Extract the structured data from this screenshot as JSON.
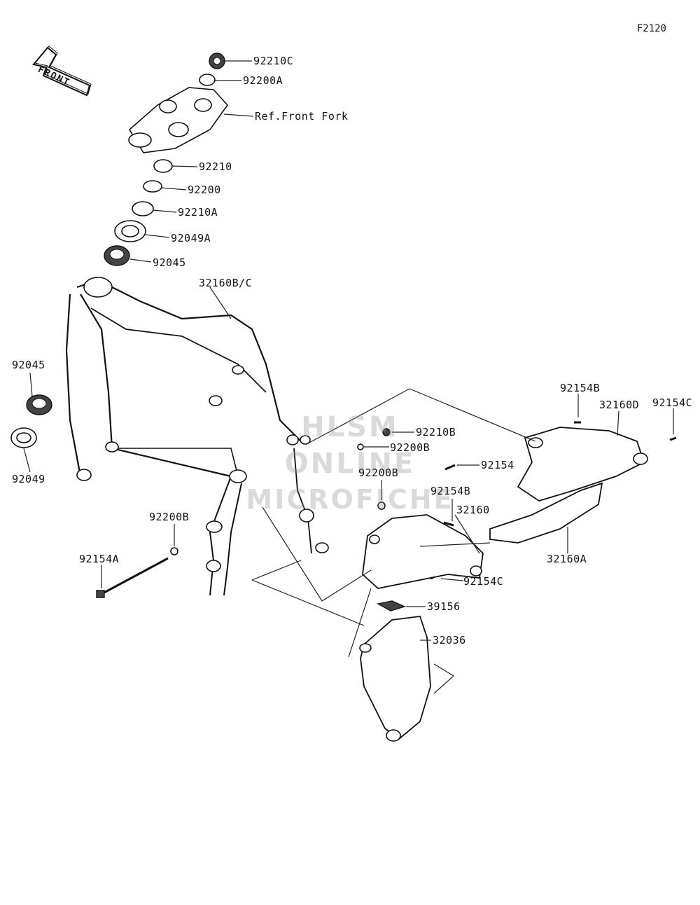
{
  "diagram_code": "F2120",
  "front_arrow_label": "FRONT",
  "watermark": [
    "HLSM",
    "ONLINE",
    "MICROFICHE"
  ],
  "callouts": [
    {
      "id": "92210C",
      "text": "92210C"
    },
    {
      "id": "92200A",
      "text": "92200A"
    },
    {
      "id": "ref-front-fork",
      "text": "Ref.Front Fork"
    },
    {
      "id": "92210",
      "text": "92210"
    },
    {
      "id": "92200",
      "text": "92200"
    },
    {
      "id": "92210A",
      "text": "92210A"
    },
    {
      "id": "92049A",
      "text": "92049A"
    },
    {
      "id": "92045-top",
      "text": "92045"
    },
    {
      "id": "32160BC",
      "text": "32160B/C"
    },
    {
      "id": "92045-left",
      "text": "92045"
    },
    {
      "id": "92049",
      "text": "92049"
    },
    {
      "id": "92154B-top",
      "text": "92154B"
    },
    {
      "id": "32160D",
      "text": "32160D"
    },
    {
      "id": "92154C-top",
      "text": "92154C"
    },
    {
      "id": "92210B",
      "text": "92210B"
    },
    {
      "id": "92200B-mid",
      "text": "92200B"
    },
    {
      "id": "92200B-mid2",
      "text": "92200B"
    },
    {
      "id": "92154",
      "text": "92154"
    },
    {
      "id": "92154B-mid",
      "text": "92154B"
    },
    {
      "id": "32160",
      "text": "32160"
    },
    {
      "id": "92200B-left",
      "text": "92200B"
    },
    {
      "id": "32160A",
      "text": "32160A"
    },
    {
      "id": "92154A",
      "text": "92154A"
    },
    {
      "id": "92154C-bottom",
      "text": "92154C"
    },
    {
      "id": "39156",
      "text": "39156"
    },
    {
      "id": "32036",
      "text": "32036"
    }
  ]
}
